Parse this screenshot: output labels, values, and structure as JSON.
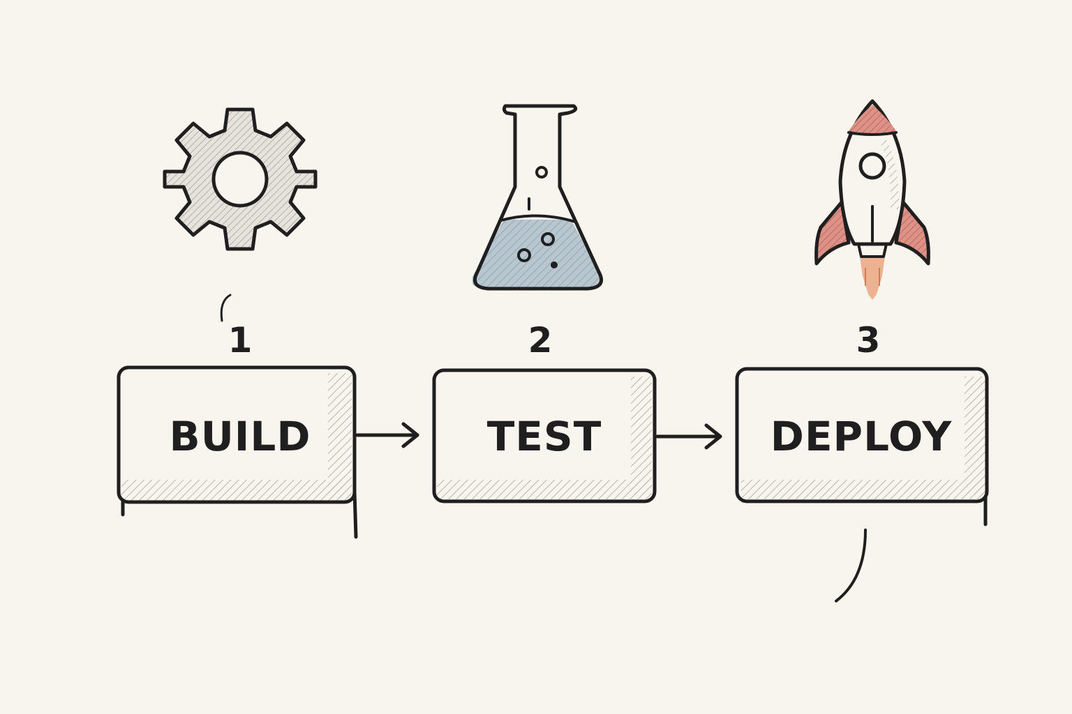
{
  "pipeline": {
    "steps": [
      {
        "number": "1",
        "label": "BUILD",
        "icon": "gear-icon"
      },
      {
        "number": "2",
        "label": "TEST",
        "icon": "flask-icon"
      },
      {
        "number": "3",
        "label": "DEPLOY",
        "icon": "rocket-icon"
      }
    ]
  },
  "colors": {
    "background": "#f8f5ee",
    "ink": "#1f1f1f",
    "gear_fill": "#e4e1db",
    "flask_liquid": "#b7c6cf",
    "rocket_red": "#d98a80",
    "flame": "#e9a67e"
  }
}
